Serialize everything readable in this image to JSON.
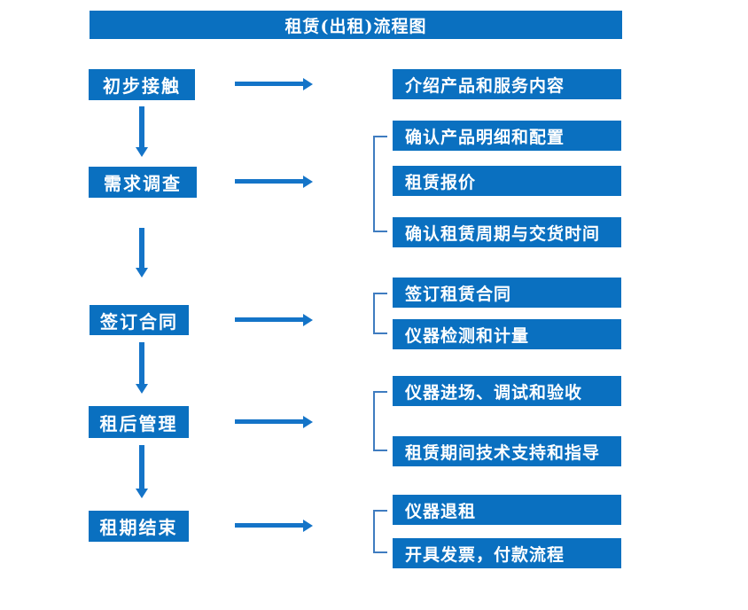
{
  "title": "租赁(出租)流程图",
  "colors": {
    "primary": "#0a70c0",
    "arrow": "#1474c8",
    "bracket": "#3f7cc0"
  },
  "stages": [
    {
      "label": "初步接触",
      "outputs": [
        "介绍产品和服务内容"
      ]
    },
    {
      "label": "需求调查",
      "outputs": [
        "确认产品明细和配置",
        "租赁报价",
        "确认租赁周期与交货时间"
      ]
    },
    {
      "label": "签订合同",
      "outputs": [
        "签订租赁合同",
        "仪器检测和计量"
      ]
    },
    {
      "label": "租后管理",
      "outputs": [
        "仪器进场、调试和验收",
        "租赁期间技术支持和指导"
      ]
    },
    {
      "label": "租期结束",
      "outputs": [
        "仪器退租",
        "开具发票，付款流程"
      ]
    }
  ]
}
